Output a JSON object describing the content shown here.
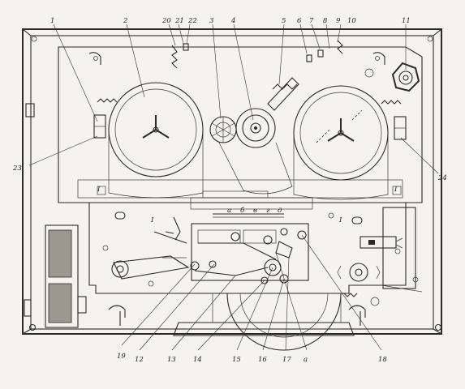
{
  "diagram": {
    "callouts": {
      "c1": "1",
      "c2": "2",
      "c3": "3",
      "c4": "4",
      "c5": "5",
      "c6": "6",
      "c7": "7",
      "c8": "8",
      "c9": "9",
      "c10": "10",
      "c11": "11",
      "c12": "12",
      "c13": "13",
      "c14": "14",
      "c15": "15",
      "c16": "16",
      "c17": "17",
      "c18": "18",
      "c19": "19",
      "c20": "20",
      "c21": "21",
      "c22": "22",
      "c23": "23",
      "c24": "24",
      "ca": "a"
    },
    "panel_marks": {
      "roman": "I"
    },
    "scale_letters": [
      "а",
      "б",
      "в",
      "г",
      "д"
    ]
  }
}
